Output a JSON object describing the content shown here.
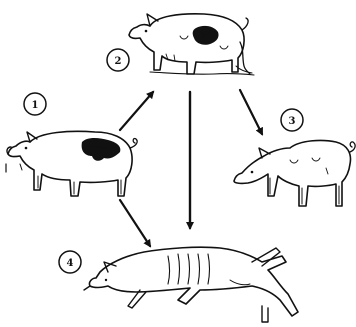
{
  "diagram": {
    "stages": [
      {
        "label": "1",
        "depiction": "healthy-pig-with-patch"
      },
      {
        "label": "2",
        "depiction": "sick-pig-with-diarrhea"
      },
      {
        "label": "3",
        "depiction": "recovered-pig"
      },
      {
        "label": "4",
        "depiction": "dead-pig"
      }
    ],
    "arrows": [
      {
        "from": "1",
        "to": "2"
      },
      {
        "from": "1",
        "to": "4"
      },
      {
        "from": "2",
        "to": "3"
      },
      {
        "from": "2",
        "to": "4"
      }
    ],
    "colors": {
      "ink": "#111111",
      "background": "#ffffff"
    }
  }
}
